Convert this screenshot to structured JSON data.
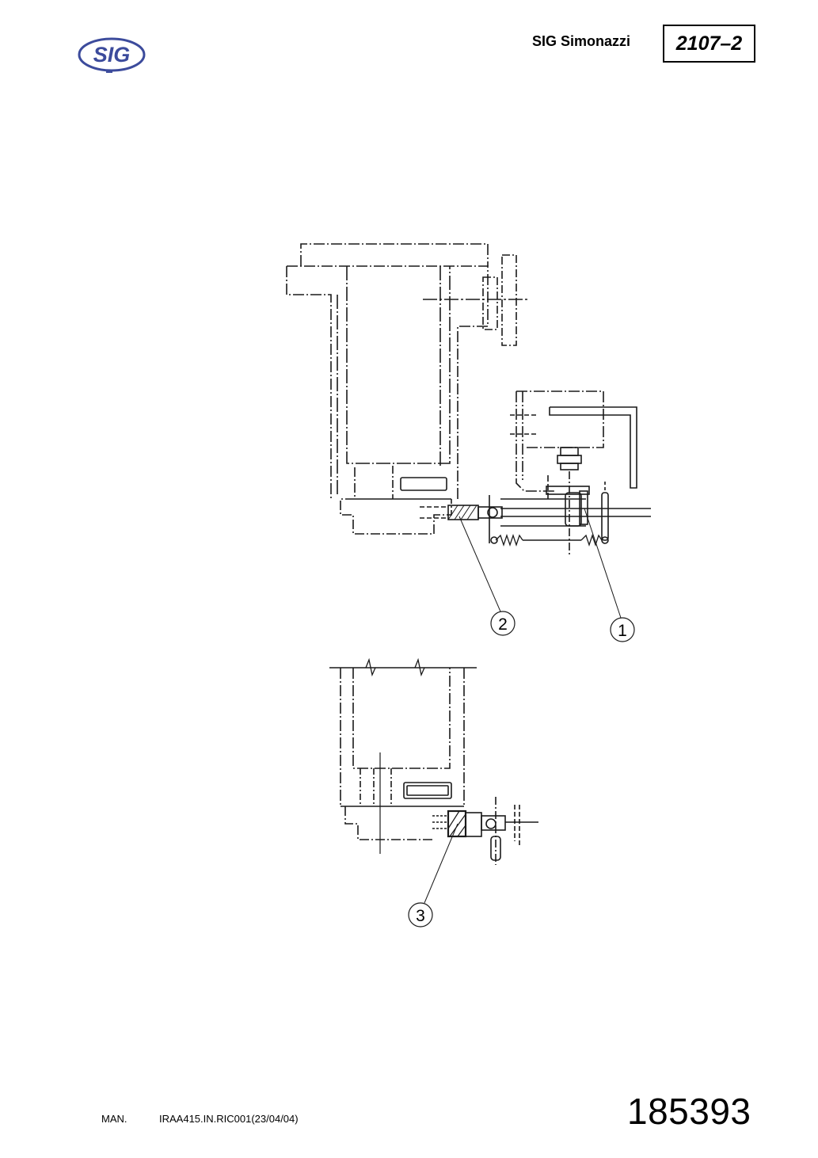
{
  "header": {
    "logo_text": "SIG",
    "company": "SIG Simonazzi",
    "document_number": "2107–2"
  },
  "drawing": {
    "callouts": [
      {
        "label": "2"
      },
      {
        "label": "1"
      },
      {
        "label": "3"
      }
    ]
  },
  "footer": {
    "manual_label": "MAN.",
    "reference": "IRAA415.IN.RIC001(23/04/04)",
    "page_number": "185393"
  },
  "colors": {
    "logo_blue": "#3c4b9c",
    "line": "#1a1a1a"
  }
}
